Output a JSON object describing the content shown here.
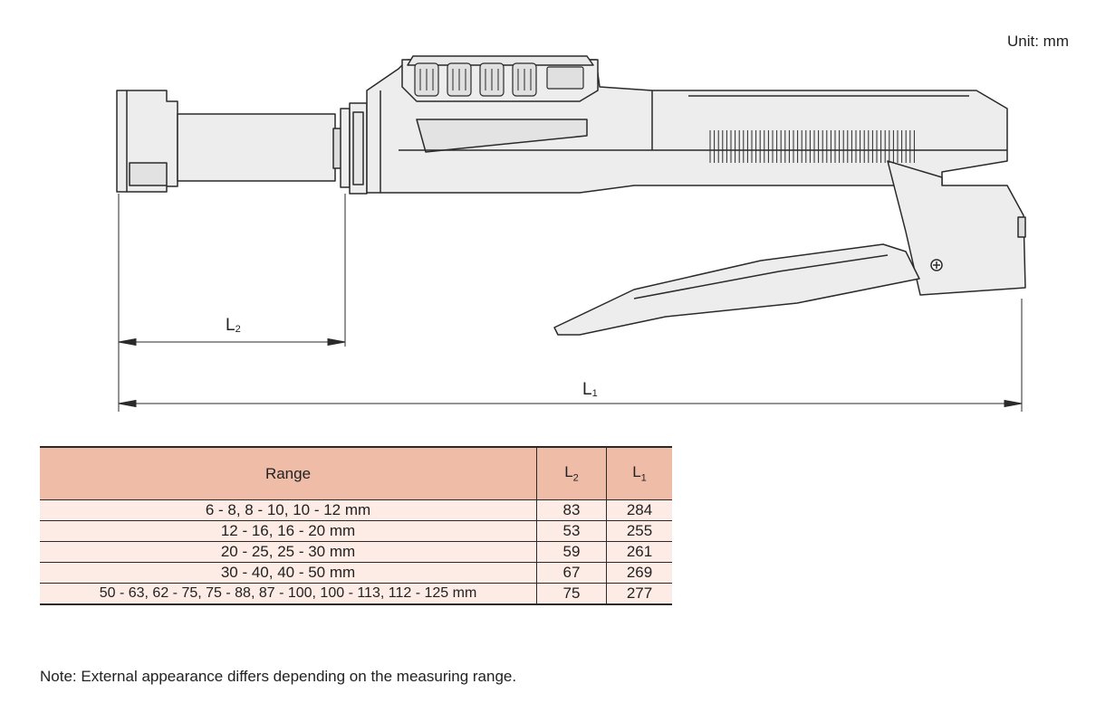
{
  "unit_label": "Unit: mm",
  "dimensions": {
    "l2": {
      "letter": "L",
      "sub": "2"
    },
    "l1": {
      "letter": "L",
      "sub": "1"
    }
  },
  "table": {
    "headers": {
      "range": "Range",
      "l2": "L2",
      "l1": "L1"
    },
    "rows": [
      {
        "range": "6 - 8, 8 - 10, 10 - 12 mm",
        "l2": "83",
        "l1": "284"
      },
      {
        "range": "12 - 16, 16 - 20 mm",
        "l2": "53",
        "l1": "255"
      },
      {
        "range": "20 - 25, 25 - 30 mm",
        "l2": "59",
        "l1": "261"
      },
      {
        "range": "30 - 40, 40 - 50 mm",
        "l2": "67",
        "l1": "269"
      },
      {
        "range": "50 - 63, 62 - 75, 75 - 88, 87 - 100, 100 - 113, 112 - 125 mm",
        "l2": "75",
        "l1": "277"
      }
    ]
  },
  "note": "Note: External appearance differs depending on the measuring range.",
  "colors": {
    "header_bg": "#efbca8",
    "row_bg": "#fcece5",
    "body_fill": "#ededed",
    "outline": "#2a2a2a"
  }
}
